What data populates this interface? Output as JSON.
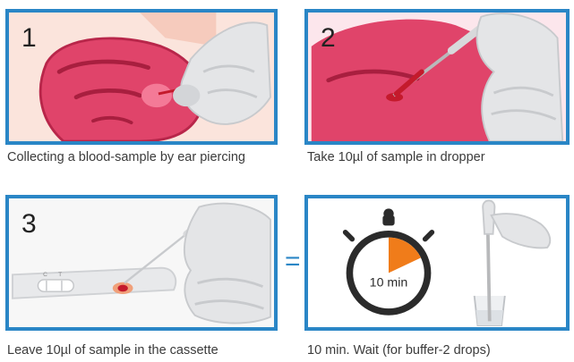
{
  "steps": [
    {
      "number": "1",
      "caption": "Collecting a blood-sample by ear piercing"
    },
    {
      "number": "2",
      "caption": "Take 10µl of sample in dropper"
    },
    {
      "number": "3",
      "caption": "Leave 10µl of sample in the cassette"
    },
    {
      "number": "",
      "caption": "10 min. Wait (for buffer-2 drops)"
    }
  ],
  "equals_sign": "=",
  "cassette_labels": {
    "control": "C",
    "test": "T"
  },
  "timer_label": "10 min",
  "colors": {
    "panel_border": "#2a86c6",
    "ear_pink": "#e0446a",
    "blood_red": "#c41a2c",
    "timer_orange": "#f07c1a",
    "glove_gray": "#e4e5e7"
  }
}
